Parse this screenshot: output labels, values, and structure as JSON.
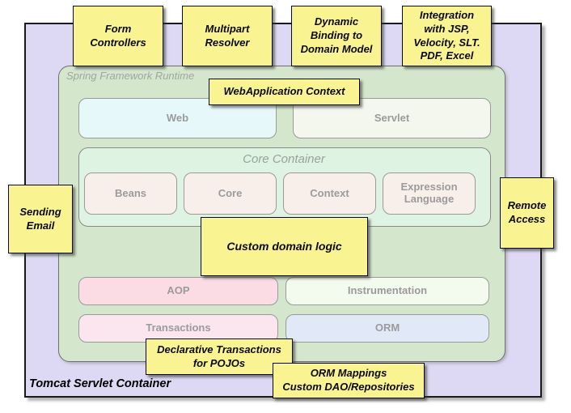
{
  "diagram": {
    "outer_container": {
      "label": "Tomcat Servlet Container"
    },
    "runtime_container": {
      "label": "Spring Framework Runtime"
    },
    "core_container": {
      "title": "Core Container"
    },
    "boxes": {
      "web": "Web",
      "servlet": "Servlet",
      "beans": "Beans",
      "core": "Core",
      "context": "Context",
      "expression_language": "Expression\nLanguage",
      "aop": "AOP",
      "instrumentation": "Instrumentation",
      "transactions": "Transactions",
      "orm": "ORM"
    },
    "notes": {
      "form_controllers": "Form\nControllers",
      "multipart_resolver": "Multipart\nResolver",
      "dynamic_binding": "Dynamic\nBinding to\nDomain Model",
      "integration": "Integration\nwith JSP,\nVelocity, SLT.\nPDF, Excel",
      "webapplication_context": "WebApplication Context",
      "sending_email": "Sending\nEmail",
      "remote_access": "Remote\nAccess",
      "custom_domain_logic": "Custom domain logic",
      "declarative_transactions": "Declarative Transactions\nfor POJOs",
      "orm_mappings": "ORM Mappings\nCustom DAO/Repositories"
    },
    "colors": {
      "note_bg": "#FAF392",
      "outer_container_bg": "#DDD9F4",
      "runtime_bg": "#D4E7CD",
      "core_container_bg": "#DFF3E3",
      "web_bg": "#E7F8FA",
      "servlet_bg": "#F3F7EE",
      "core_module_bg": "#F9EFEA",
      "aop_bg": "#FBDCE4",
      "instrumentation_bg": "#F3FAEE",
      "transactions_bg": "#FBE6EF",
      "orm_bg": "#E1E9F8",
      "muted_label": "#9b9b9b"
    }
  }
}
